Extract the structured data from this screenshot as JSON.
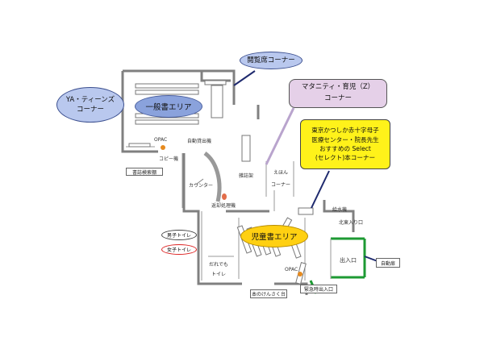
{
  "callouts": {
    "reading_corner": "閲覧席コーナー",
    "ya_line1": "YA・ティーンズ",
    "ya_line2": "コーナー",
    "general_area": "一般書エリア",
    "maternity_line1": "マタニティ・育児（Z）",
    "maternity_line2": "コーナー",
    "select_line1": "東京かつしか赤十字母子",
    "select_line2": "医療センター・院長先生",
    "select_line3": "おすすめの Select",
    "select_line4": "(セレクト)本コーナー",
    "kids_area": "児童書エリア"
  },
  "labels": {
    "opac_top": "OPAC",
    "copier": "コピー機",
    "reference_shelf": "書誌検索棚",
    "self_checkout": "自動貸出機",
    "counter": "カウンター",
    "book_drop": "返却処理機",
    "magazines": "雑誌架",
    "picture_books_1": "えほん",
    "picture_books_2": "コーナー",
    "water_fountain": "給水機",
    "north_entrance": "北東入り口",
    "mens_toilet": "男子トイレ",
    "womens_toilet": "女子トイレ",
    "anyone_toilet_1": "だれでも",
    "anyone_toilet_2": "トイレ",
    "opac_bottom": "OPAC",
    "book_consult": "本のけんさく台",
    "entrance": "出入口",
    "auto_door": "自動扉",
    "emergency_exit": "緊急時出入口"
  },
  "colors": {
    "wall": "#808080",
    "green_door": "#1d9a33",
    "navy_arrow": "#1f2a6e",
    "main_area": "#8aa2dc",
    "kids_area": "#ffd012",
    "ya_oval": "#b9c8ee",
    "maternity_box": "#e5d0e8",
    "select_box": "#fff21a"
  }
}
